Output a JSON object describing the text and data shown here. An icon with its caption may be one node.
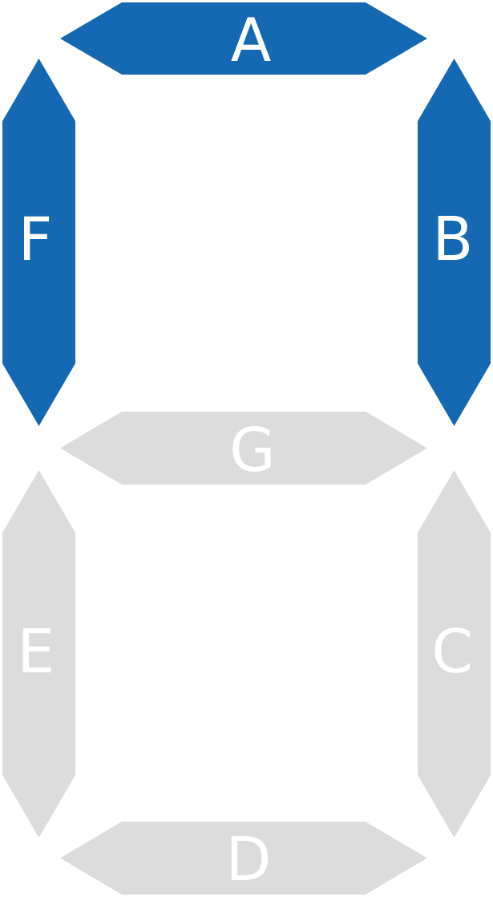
{
  "diagram": {
    "nodes": [
      {
        "text": [
          "A"
        ]
      },
      {
        "text": [
          "F"
        ]
      },
      {
        "text": [
          "B"
        ]
      },
      {
        "text": [
          "G"
        ]
      },
      {
        "text": [
          "E"
        ]
      },
      {
        "text": [
          "C"
        ]
      },
      {
        "text": [
          "D"
        ]
      }
    ]
  }
}
